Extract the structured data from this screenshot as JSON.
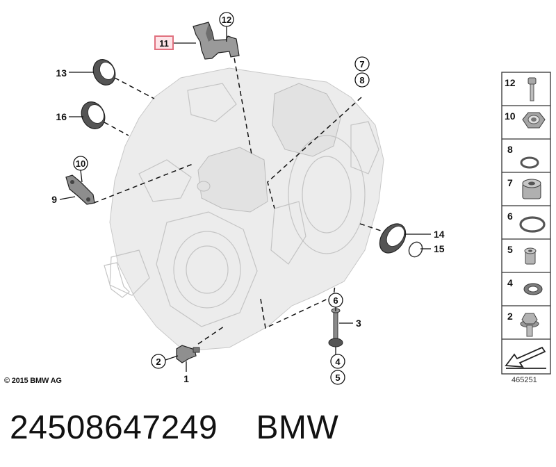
{
  "callouts": {
    "c1": "1",
    "c2": "2",
    "c3": "3",
    "c4": "4",
    "c5": "5",
    "c6": "6",
    "c7": "7",
    "c8": "8",
    "c9": "9",
    "c10": "10",
    "c11": "11",
    "c12": "12",
    "c13": "13",
    "c14": "14",
    "c15": "15",
    "c16": "16"
  },
  "parts_panel": {
    "items": [
      {
        "number": "12",
        "icon": "bolt-icon"
      },
      {
        "number": "10",
        "icon": "hex-nut-icon"
      },
      {
        "number": "8",
        "icon": "o-ring-icon"
      },
      {
        "number": "7",
        "icon": "screw-plug-icon"
      },
      {
        "number": "6",
        "icon": "o-ring-icon"
      },
      {
        "number": "5",
        "icon": "screw-plug-icon"
      },
      {
        "number": "4",
        "icon": "seal-ring-icon"
      },
      {
        "number": "2",
        "icon": "hex-bolt-icon"
      }
    ]
  },
  "copyright": "© 2015 BMW AG",
  "diagram_id": "465251",
  "footer": "24508647249    BMW",
  "colors": {
    "highlight": "#e8a0aa",
    "line": "#111111",
    "housing": "#ececec"
  }
}
